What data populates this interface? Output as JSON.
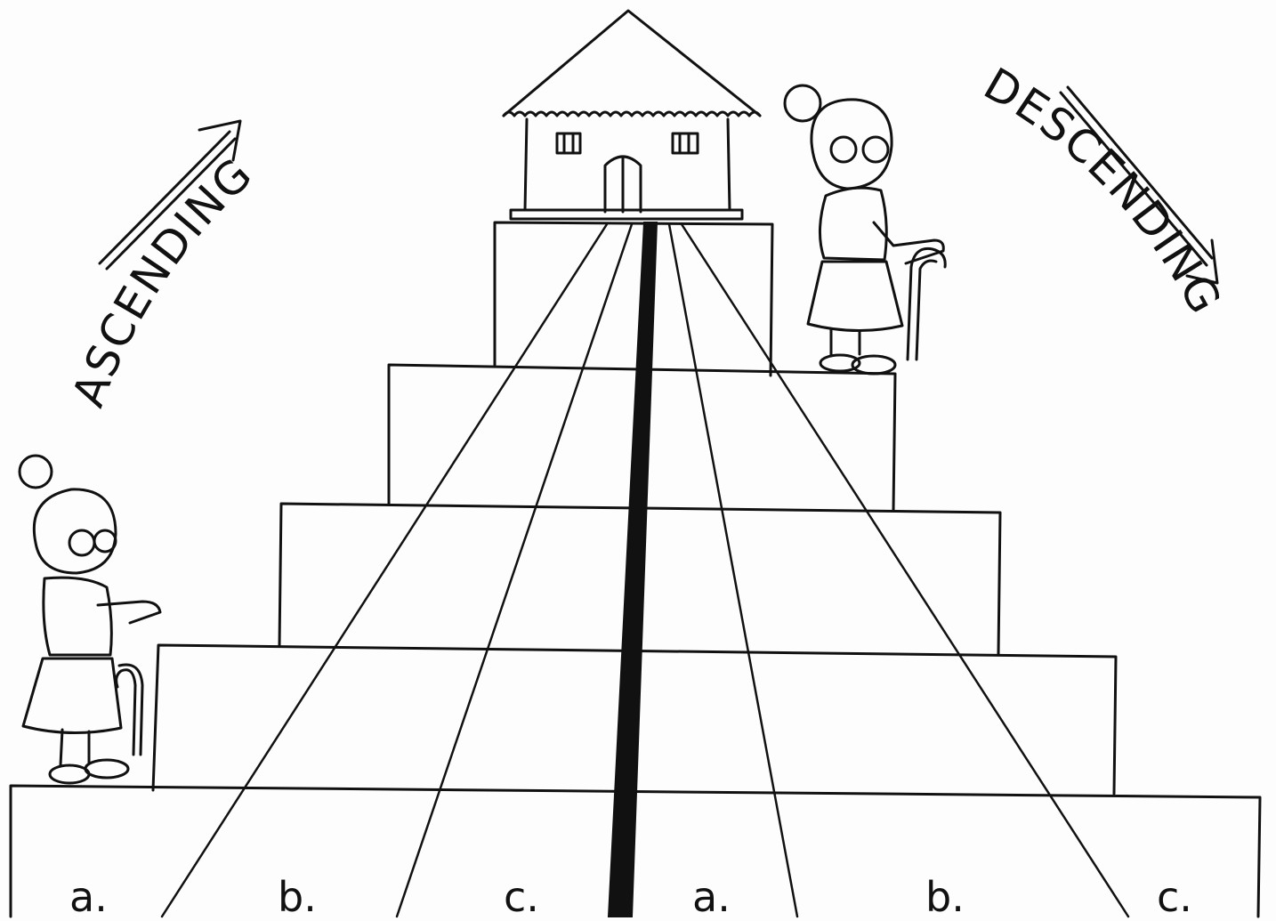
{
  "labels": {
    "ascending": "ASCENDING",
    "descending": "DESCENDING"
  },
  "choices": [
    "a.",
    "b.",
    "c.",
    "a.",
    "b.",
    "c."
  ],
  "colors": {
    "ink": "#111111",
    "paper": "#fdfdfd"
  }
}
